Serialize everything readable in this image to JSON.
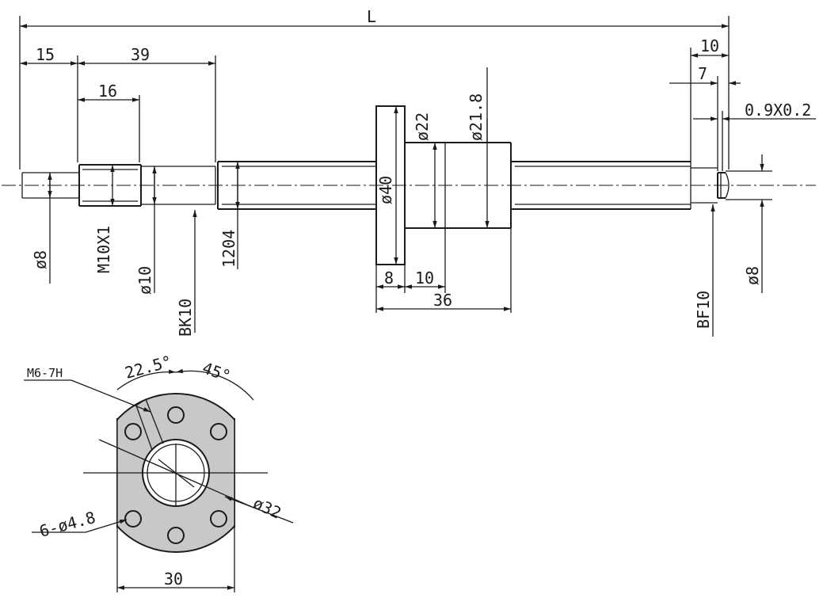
{
  "drawing": {
    "overall_length": "L",
    "dims": {
      "d15": "15",
      "d39": "39",
      "d16": "16",
      "d10_top": "10",
      "d7": "7",
      "chamfer": "0.9X0.2",
      "phi22": "ø22",
      "phi21_8": "ø21.8",
      "phi40": "ø40",
      "phi8_left": "ø8",
      "thread": "M10X1",
      "phi10": "ø10",
      "bk10": "BK10",
      "model": "1204",
      "d8_flange": "8",
      "d10_nut": "10",
      "d36": "36",
      "bf10": "BF10",
      "phi8_right": "ø8"
    },
    "flange_view": {
      "tap": "M6-7H",
      "angle1": "22.5°",
      "angle2": "45°",
      "holes": "6-ø4.8",
      "pcd": "ø32",
      "width": "30"
    }
  }
}
